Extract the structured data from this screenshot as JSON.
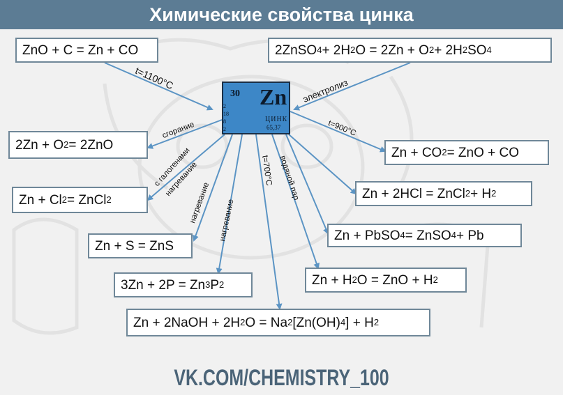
{
  "title": "Химические свойства цинка",
  "element": {
    "number": "30",
    "symbol": "Zn",
    "name": "ЦИНК",
    "mass": "65,37",
    "shells": [
      "2",
      "18",
      "8",
      "2"
    ]
  },
  "equations": {
    "zno_c": [
      "ZnO + C = Zn + CO"
    ],
    "znso4_h2o": [
      "2ZnSO",
      "4",
      " + 2H",
      "2",
      "O = 2Zn + O",
      "2",
      " + 2H",
      "2",
      "SO",
      "4"
    ],
    "zn_o2": [
      "2Zn + O",
      "2",
      " = 2ZnO"
    ],
    "zn_co2": [
      "Zn + CO",
      "2",
      " = ZnO + CO"
    ],
    "zn_cl2": [
      "Zn + Cl",
      "2",
      " = ZnCl",
      "2"
    ],
    "zn_hcl": [
      "Zn + 2HCl = ZnCl",
      "2",
      " + H",
      "2"
    ],
    "zn_pbso4": [
      "Zn + PbSO",
      "4",
      " = ZnSO",
      "4",
      " + Pb"
    ],
    "zn_s": [
      "Zn + S = ZnS"
    ],
    "zn_h2o": [
      "Zn + H",
      "2",
      "O = ZnO + H",
      "2"
    ],
    "zn_p": [
      "3Zn + 2P = Zn",
      "3",
      "P",
      "2"
    ],
    "zn_naoh": [
      "Zn + 2NaOH + 2H",
      "2",
      "O = Na",
      "2",
      "[Zn(OH)",
      "4",
      "] + H",
      "2"
    ]
  },
  "conditions": {
    "t1100": "t=1100°C",
    "electrolysis": "электролиз",
    "combustion": "сгорание",
    "t900": "t=900°C",
    "halogens_1": "с галогенами",
    "halogens_2": "нагревание",
    "heating_s": "нагревание",
    "heating_p": "нагревание",
    "t700": "t=700°C",
    "steam": "водяной пар"
  },
  "footer": "VK.COM/CHEMISTRY_100",
  "colors": {
    "header": "#5c7c94",
    "arrow": "#5b94c4",
    "box_border": "#6f8798",
    "element_bg": "#3d87c7"
  }
}
